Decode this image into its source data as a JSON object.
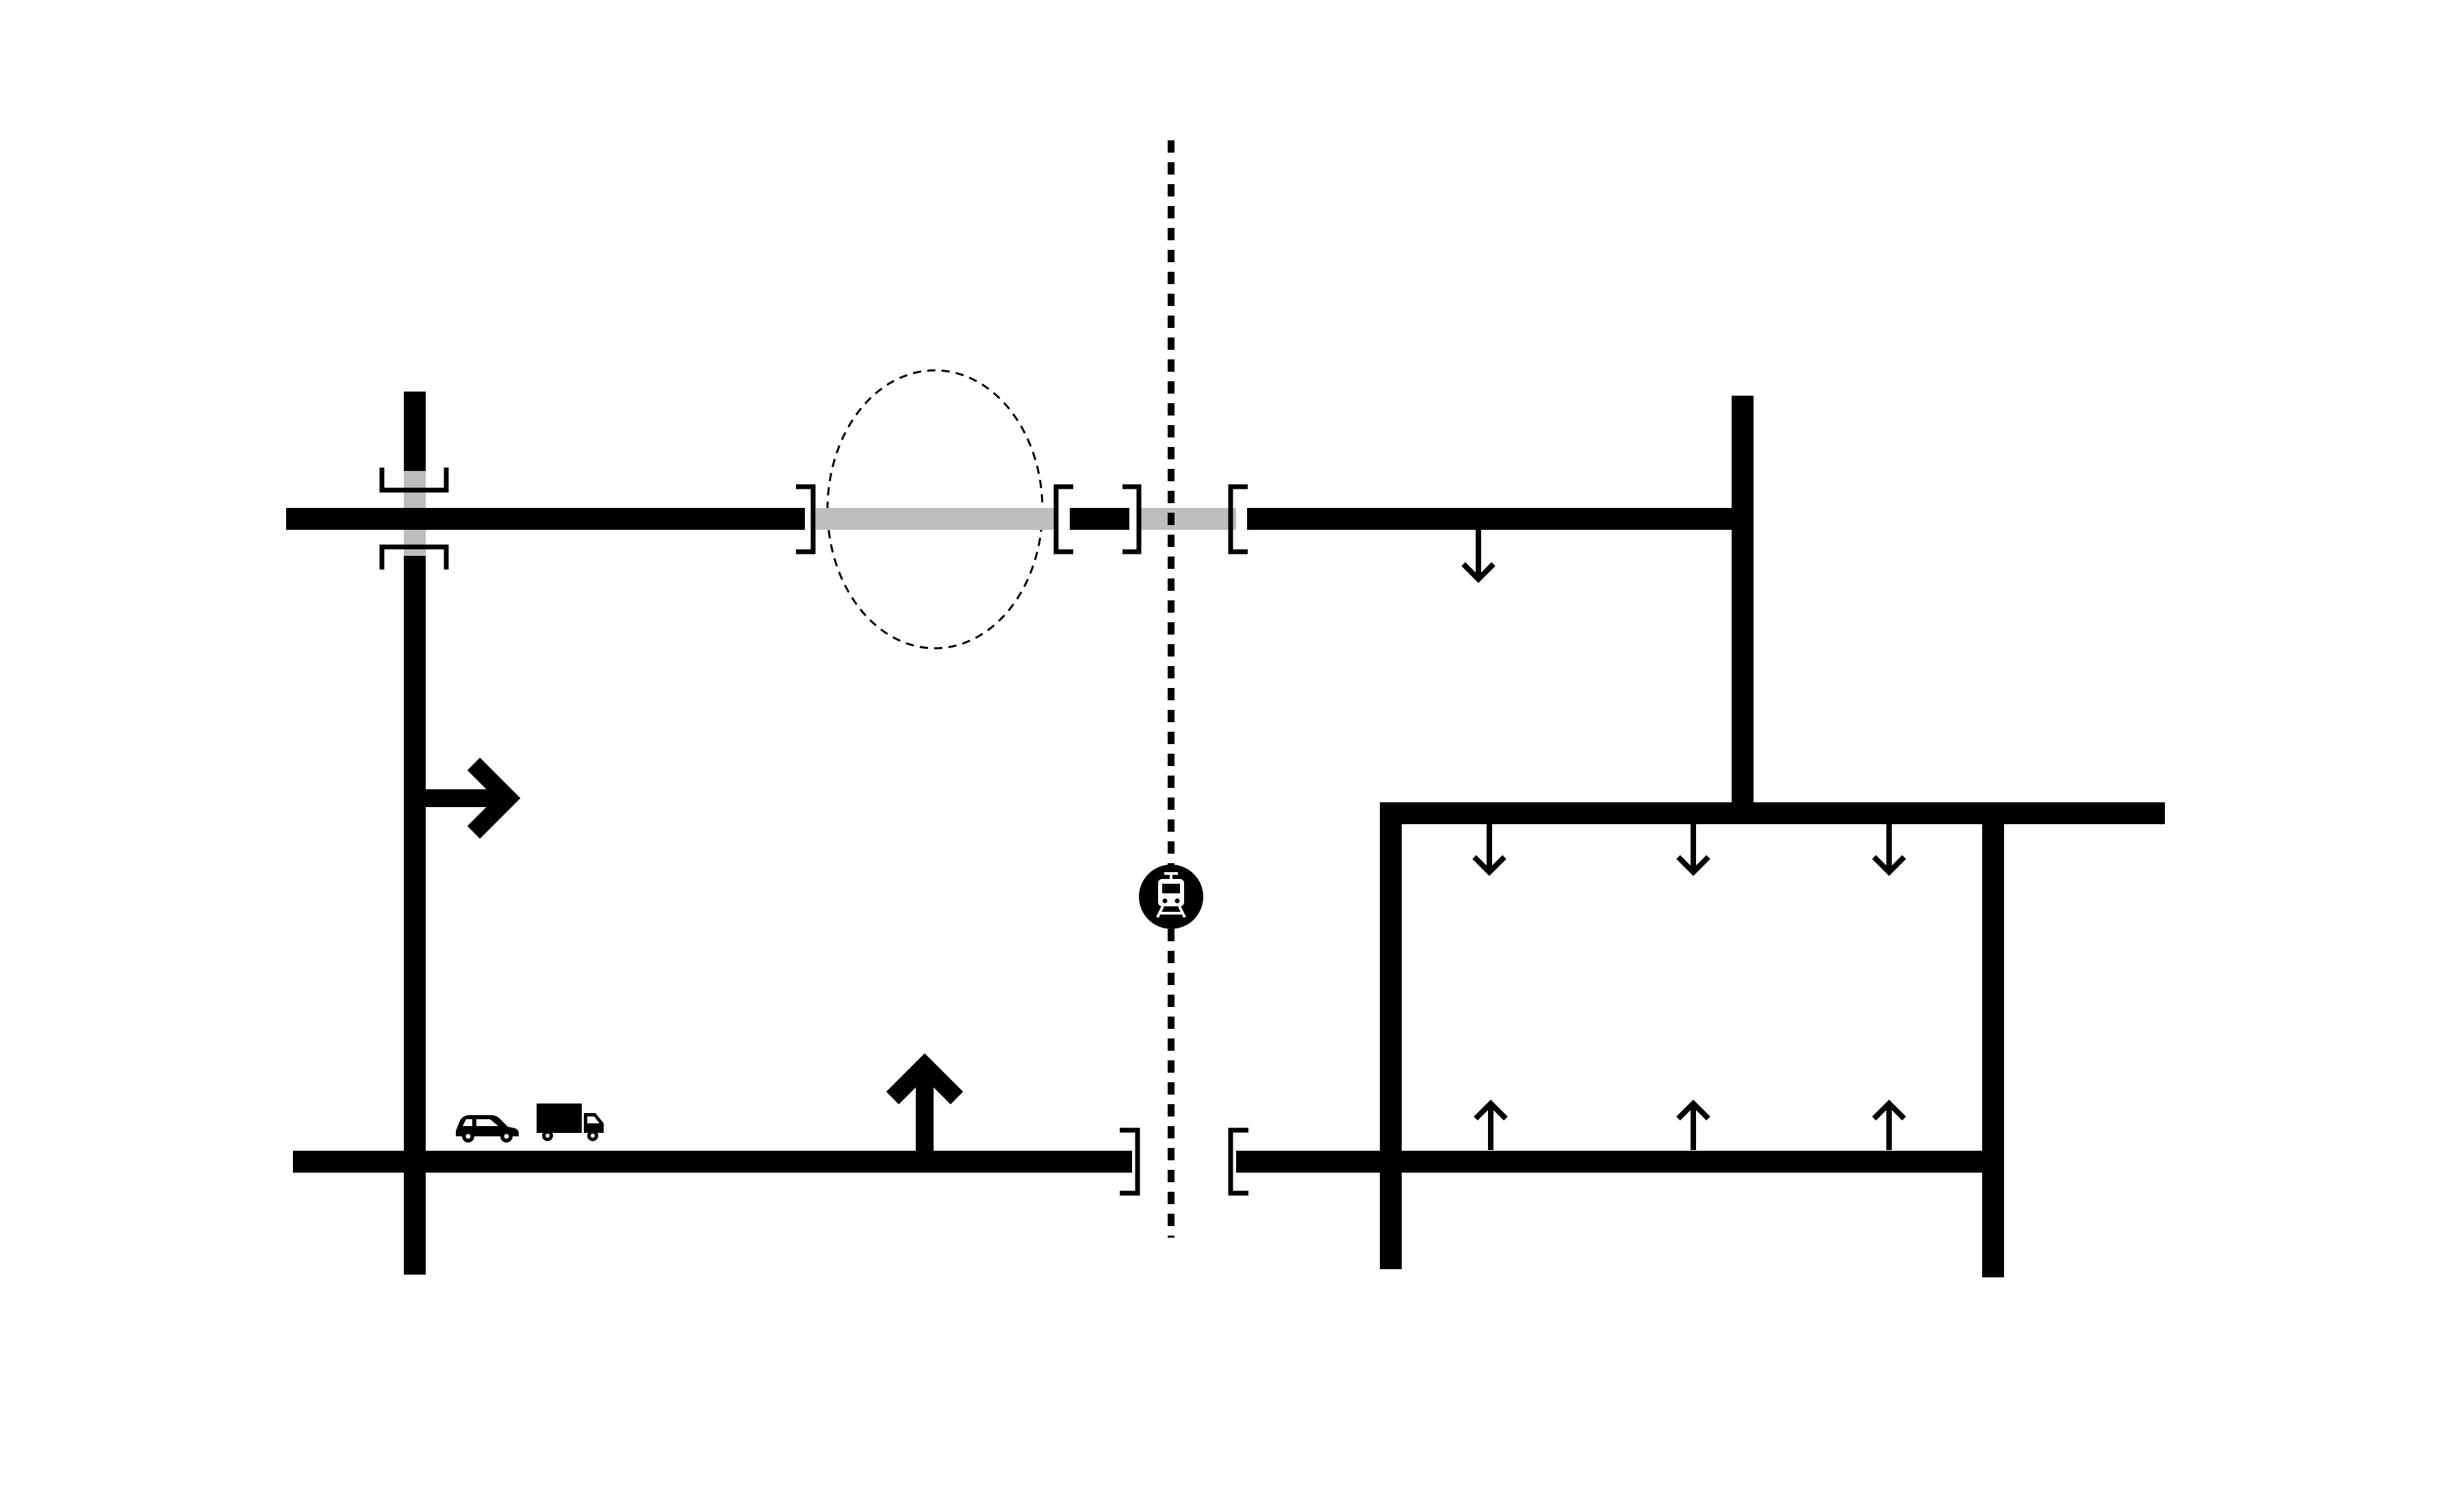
{
  "diagram": {
    "title": "",
    "elements": {
      "roads": [
        "west-vertical-road",
        "north-road",
        "south-road",
        "east-connector-road",
        "east-block"
      ],
      "rail_line": "dotted",
      "station_icon": "tram-icon",
      "vehicle_icons": [
        "car-icon",
        "truck-icon"
      ],
      "dashed_zone": "ellipse",
      "arrows_bold": [
        "east",
        "north"
      ],
      "arrows_thin_down": 4,
      "arrows_thin_up": 3
    },
    "colors": {
      "road": "#000000",
      "closed_road": "#bdbdbd",
      "background": "#ffffff"
    }
  }
}
